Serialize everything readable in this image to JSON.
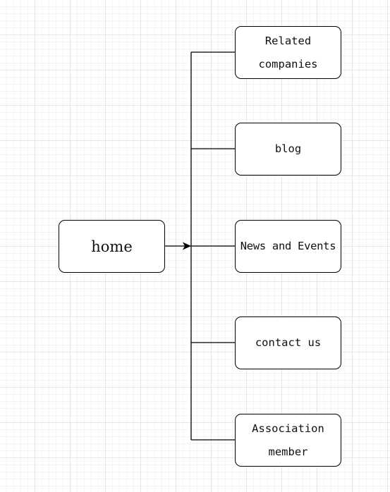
{
  "diagram": {
    "root": {
      "label": "home"
    },
    "children": [
      {
        "label": "Related\ncompanies"
      },
      {
        "label": "blog"
      },
      {
        "label": "News and Events"
      },
      {
        "label": "contact us"
      },
      {
        "label": "Association\nmember"
      }
    ]
  },
  "colors": {
    "stroke": "#000000",
    "node_fill": "#ffffff",
    "grid_major": "#e6e6e6",
    "grid_minor": "#f4f4f4"
  }
}
